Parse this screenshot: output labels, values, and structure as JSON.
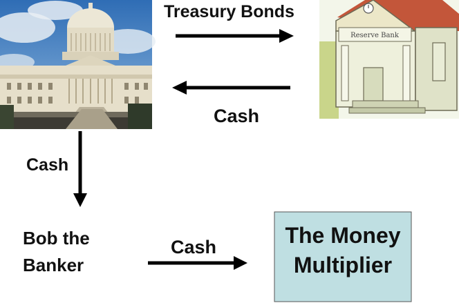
{
  "labels": {
    "treasury_bonds": "Treasury Bonds",
    "cash_from_bank": "Cash",
    "cash_down": "Cash",
    "bob_line1": "Bob the",
    "bob_line2": "Banker",
    "cash_to_multiplier": "Cash"
  },
  "multiplier_box": {
    "line1": "The Money",
    "line2": "Multiplier"
  },
  "bank_sign": "Reserve Bank",
  "colors": {
    "multiplier_fill": "#bfdfe2",
    "sky": "#4a86c4",
    "bank_wall": "#eef0dc",
    "bank_roof": "#c3563a"
  }
}
